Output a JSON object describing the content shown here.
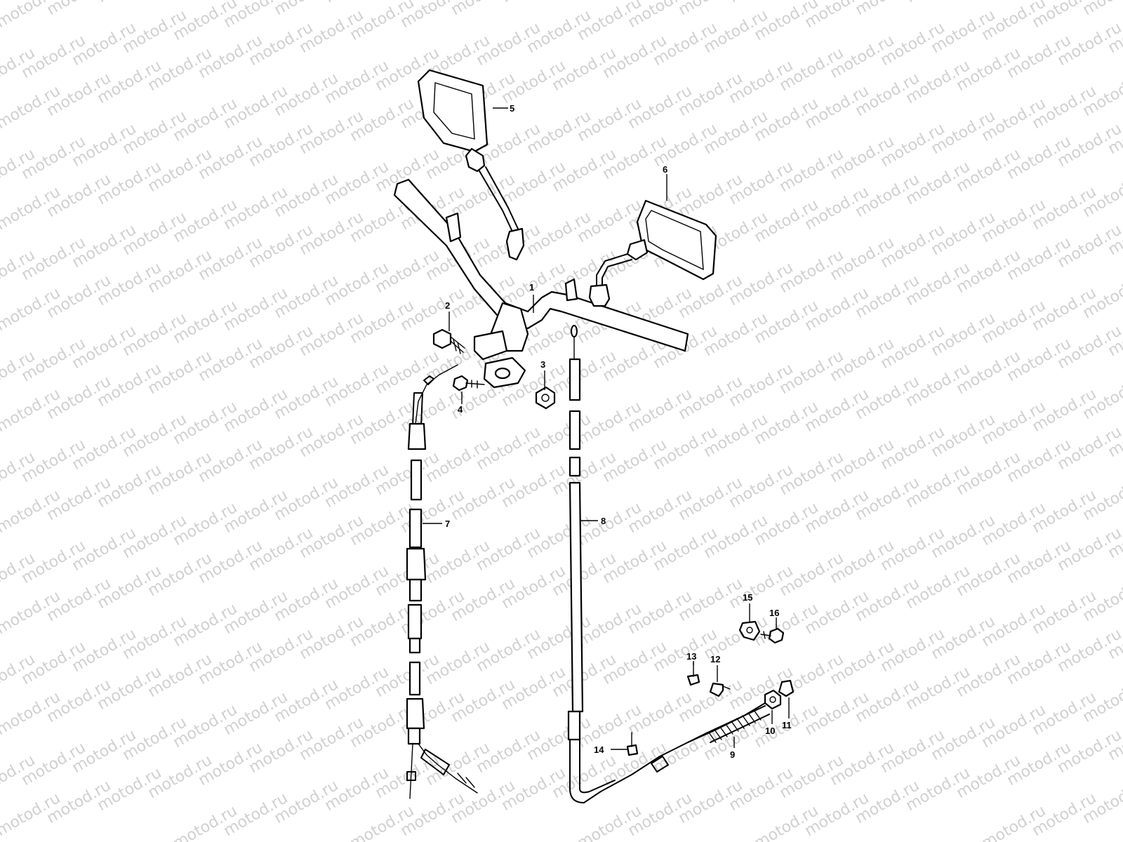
{
  "watermark": {
    "text": "motod.ru"
  },
  "colors": {
    "background": "#ffffff",
    "ink": "#000000",
    "watermark": "#d0d0d0"
  },
  "callouts": {
    "c1": "1",
    "c2": "2",
    "c3": "3",
    "c4": "4",
    "c5": "5",
    "c6": "6",
    "c7": "7",
    "c8": "8",
    "c9": "9",
    "c10": "10",
    "c11": "11",
    "c12": "12",
    "c13": "13",
    "c14": "14",
    "c15": "15",
    "c16": "16"
  }
}
